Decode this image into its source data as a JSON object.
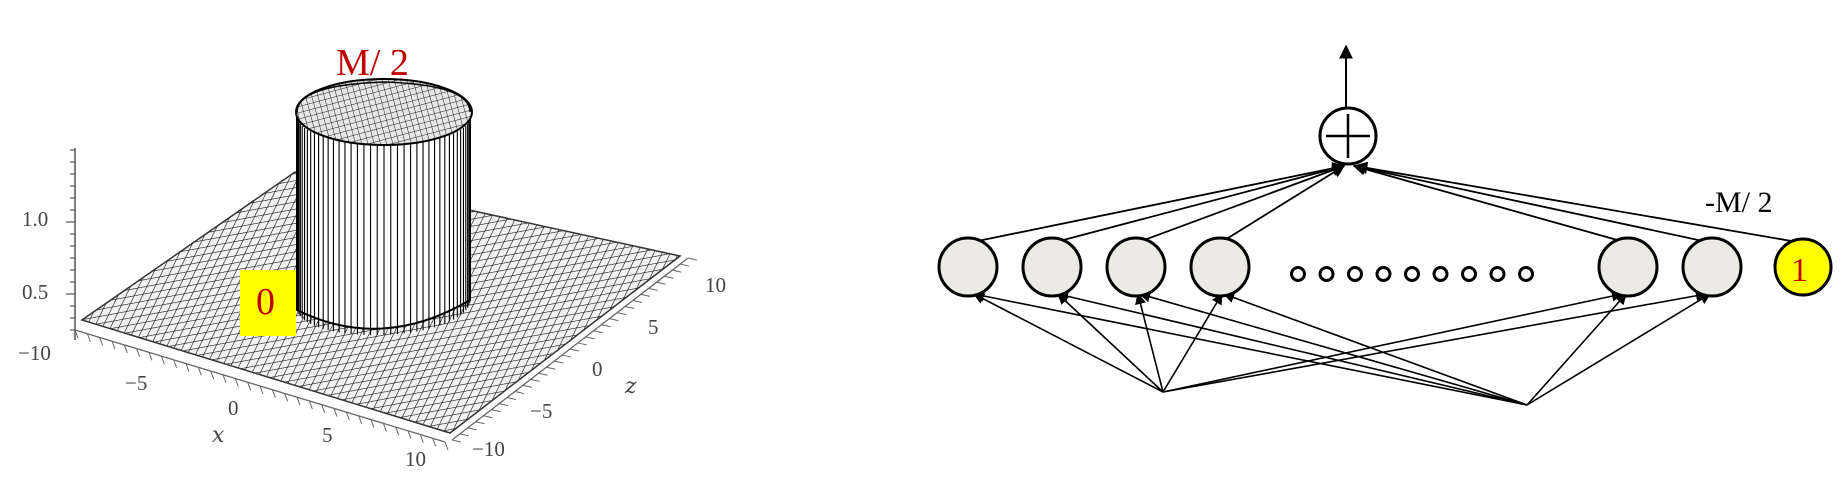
{
  "surface_plot": {
    "peak_label": "M/ 2",
    "zero_box_label": "0",
    "zero_box_color": "#ffff00",
    "label_color": "#c00000",
    "vertical_ticks": [
      "1.0",
      "0.5"
    ],
    "x_axis_ticks": [
      "−10",
      "−5",
      "0",
      "5",
      "10"
    ],
    "x_axis_name": "x",
    "z_axis_ticks": [
      "10",
      "5",
      "0",
      "−5",
      "−10"
    ],
    "z_axis_name": "z"
  },
  "network_diagram": {
    "sum_symbol": "+",
    "bias_weight_label": "-M/ 2",
    "bias_node_label": "1",
    "bias_node_color": "#ffff00",
    "hidden_node_color": "#ebe9e4",
    "ellipsis_dot_count": 9
  }
}
